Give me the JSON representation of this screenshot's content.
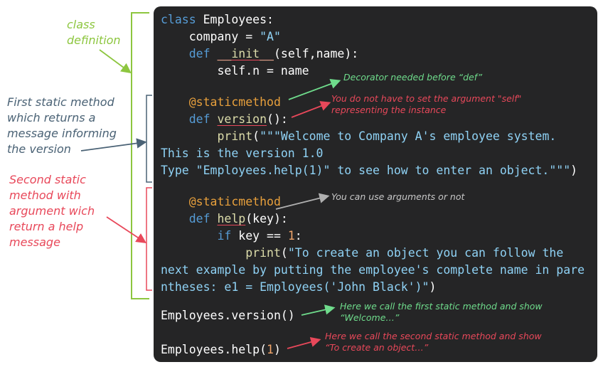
{
  "code": {
    "line1": {
      "kw": "class",
      "text": " Employees:"
    },
    "line2": {
      "indent": "    company = ",
      "str": "\"A\""
    },
    "line3": {
      "indent": "    ",
      "kw": "def",
      "fn": "__init__",
      "rest": "(self,name):"
    },
    "line4": {
      "text": "        self.n = name"
    },
    "line5": {
      "indent": "    ",
      "dec": "@staticmethod"
    },
    "line6": {
      "indent": "    ",
      "kw": "def",
      "fn": "version",
      "rest": "():"
    },
    "line7": {
      "indent": "        ",
      "fn": "print",
      "open": "(",
      "str": "\"\"\"Welcome to Company A's employee system."
    },
    "line8": {
      "str": "This is the version 1.0"
    },
    "line9": {
      "str": "Type \"Employees.help(1)\" to see how to enter an object.\"\"\"",
      "close": ")"
    },
    "line10": {
      "indent": "    ",
      "dec": "@staticmethod"
    },
    "line11": {
      "indent": "    ",
      "kw": "def",
      "fn": "help",
      "rest": "(key):"
    },
    "line12": {
      "indent": "        ",
      "kw": "if",
      "mid": " key == ",
      "num": "1",
      "rest": ":"
    },
    "line13": {
      "indent": "            ",
      "fn": "print",
      "open": "(",
      "str": "\"To create an object you can follow the"
    },
    "line14": {
      "str": "next example by putting the employee's complete name in pare"
    },
    "line15": {
      "str": "ntheses: e1 = Employees('John Black')\"",
      "close": ")"
    },
    "line16": {
      "text": "Employees.version()"
    },
    "line17": {
      "text": "Employees.help(",
      "num": "1",
      "close": ")"
    }
  },
  "annotations": {
    "class_definition": "class\ndefinition",
    "first_static": "First static method\nwhich returns a\nmessage informing\nthe version",
    "second_static": "Second static\nmethod with\nargument wich\nreturn a help\nmessage",
    "decorator_needed": "Decorator needed before “def”",
    "no_self": "You do not have to set the argument \"self\"\nrepresenting the instance",
    "arguments": "You can use arguments or not",
    "call_first": "Here we call the first static method and show\n“Welcome…”",
    "call_second": "Here we call the second static method and show\n“To create an object…”"
  },
  "colors": {
    "green": "#8dc63f",
    "slate": "#4a6275",
    "red": "#e8485a",
    "mint": "#6fdc8c",
    "gray": "#b0b0b0"
  }
}
